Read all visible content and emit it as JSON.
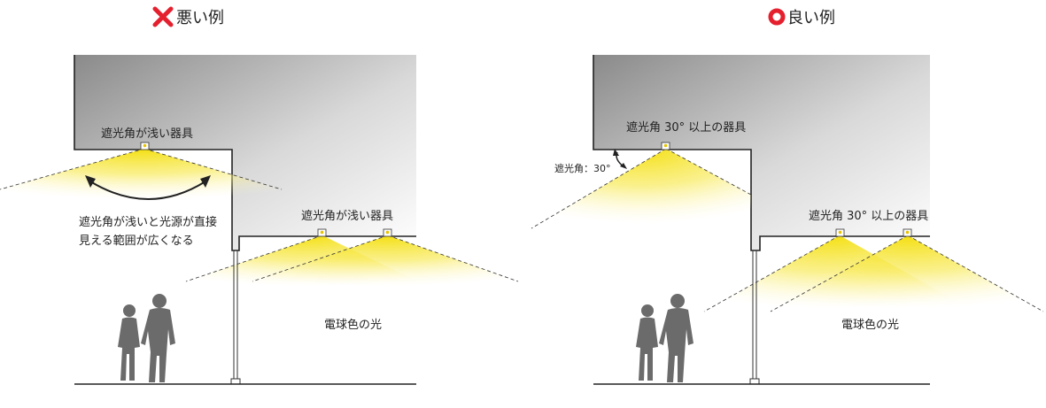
{
  "bad": {
    "title": "悪い例",
    "fixture_label_top": "遮光角が浅い器具",
    "fixture_label_bottom": "遮光角が浅い器具",
    "annotation_line1": "遮光角が浅いと光源が直接",
    "annotation_line2": "見える範囲が広くなる",
    "light_label": "電球色の光"
  },
  "good": {
    "title": "良い例",
    "fixture_label_top": "遮光角 30°  以上の器具",
    "fixture_label_bottom": "遮光角 30°  以上の器具",
    "angle_label": "遮光角：30°",
    "light_label": "電球色の光"
  },
  "colors": {
    "bad_mark": "#e5202e",
    "good_mark": "#e5202e",
    "light": "#f6e84a",
    "ceiling_dark": "#8c8c8c",
    "people": "#6b6b6b"
  },
  "icons": {
    "bad_mark": "cross-icon",
    "good_mark": "circle-icon"
  }
}
